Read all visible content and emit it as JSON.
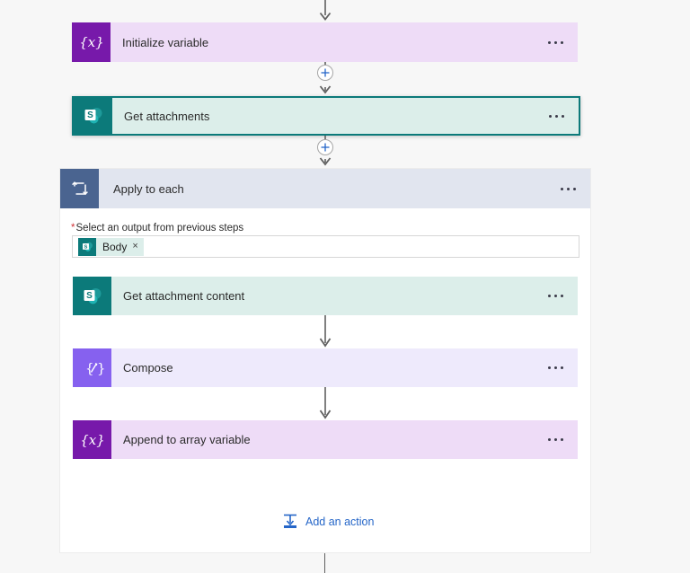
{
  "canvas": {
    "background": "#f7f7f7",
    "accent_blue": "#2566c8",
    "arrow_color": "#606060"
  },
  "steps": [
    {
      "id": "initialize-variable",
      "title": "Initialize variable",
      "icon": "variable-braces-x-icon",
      "icon_glyph": "{x}",
      "icon_color": "#7719aa",
      "body_color": "#eedcf7",
      "selected": false,
      "menu_label": "More commands"
    },
    {
      "id": "get-attachments",
      "title": "Get attachments",
      "icon": "sharepoint-icon",
      "icon_color": "#0c7a7a",
      "body_color": "#dceeea",
      "selected": true,
      "menu_label": "More commands"
    }
  ],
  "loop": {
    "id": "apply-to-each",
    "title": "Apply to each",
    "icon": "loop-repeat-icon",
    "icon_color": "#4a6490",
    "header_color": "#e1e5ef",
    "menu_label": "More commands",
    "field": {
      "required_marker": "*",
      "label": "Select an output from previous steps",
      "token": {
        "text": "Body",
        "icon": "sharepoint-icon",
        "remove_label": "×"
      },
      "placeholder": "Select an output from previous steps"
    },
    "children": [
      {
        "id": "get-attachment-content",
        "title": "Get attachment content",
        "icon": "sharepoint-icon",
        "icon_color": "#0c7a7a",
        "body_color": "#dceeea",
        "menu_label": "More commands"
      },
      {
        "id": "compose",
        "title": "Compose",
        "icon": "compose-braces-pencil-icon",
        "icon_glyph": "{∕}",
        "icon_color": "#8661ef",
        "body_color": "#eeeafc",
        "menu_label": "More commands"
      },
      {
        "id": "append-to-array-variable",
        "title": "Append to array variable",
        "icon": "variable-braces-x-icon",
        "icon_glyph": "{x}",
        "icon_color": "#7719aa",
        "body_color": "#eedcf7",
        "menu_label": "More commands"
      }
    ],
    "add_action": {
      "label": "Add an action",
      "icon": "insert-step-icon"
    }
  },
  "connectors": {
    "insert_button_label": "+",
    "insert_button_title": "Insert a new step"
  }
}
